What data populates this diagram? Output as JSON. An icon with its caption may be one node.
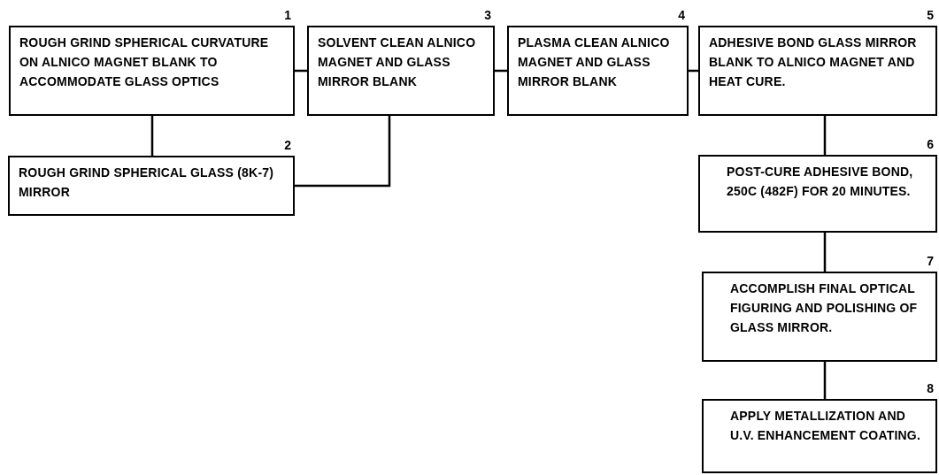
{
  "diagram": {
    "nodes": [
      {
        "text": [
          "ROUGH GRIND SPHERICAL CURVATURE ON ALNICO MAGNET BLANK TO ACCOMMODATE GLASS OPTICS"
        ],
        "beside": [
          "1"
        ]
      },
      {
        "text": [
          "ROUGH GRIND SPHERICAL GLASS (8K-7) MIRROR"
        ],
        "beside": [
          "2"
        ]
      },
      {
        "text": [
          "SOLVENT CLEAN ALNICO MAGNET AND GLASS MIRROR BLANK"
        ],
        "beside": [
          "3"
        ]
      },
      {
        "text": [
          "PLASMA CLEAN ALNICO MAGNET AND GLASS MIRROR BLANK"
        ],
        "beside": [
          "4"
        ]
      },
      {
        "text": [
          "ADHESIVE BOND GLASS MIRROR BLANK TO ALNICO MAGNET AND HEAT CURE."
        ],
        "beside": [
          "5"
        ]
      },
      {
        "text": [
          "POST-CURE ADHESIVE BOND, 250C (482F) FOR 20 MINUTES."
        ],
        "beside": [
          "6"
        ]
      },
      {
        "text": [
          "ACCOMPLISH FINAL OPTICAL FIGURING AND POLISHING OF GLASS MIRROR."
        ],
        "beside": [
          "7"
        ]
      },
      {
        "text": [
          "APPLY METALLIZATION AND U.V. ENHANCEMENT COATING."
        ],
        "beside": [
          "8"
        ]
      }
    ],
    "edges": [
      {
        "from": 0,
        "to": 2,
        "arrow": "none"
      },
      {
        "from": 0,
        "to": 1,
        "arrow": "none"
      },
      {
        "from": 1,
        "to": 2,
        "arrow": "none"
      },
      {
        "from": 2,
        "to": 3,
        "arrow": "none"
      },
      {
        "from": 3,
        "to": 4,
        "arrow": "none"
      },
      {
        "from": 4,
        "to": 5,
        "arrow": "none"
      },
      {
        "from": 5,
        "to": 6,
        "arrow": "none"
      },
      {
        "from": 6,
        "to": 7,
        "arrow": "none"
      }
    ]
  }
}
